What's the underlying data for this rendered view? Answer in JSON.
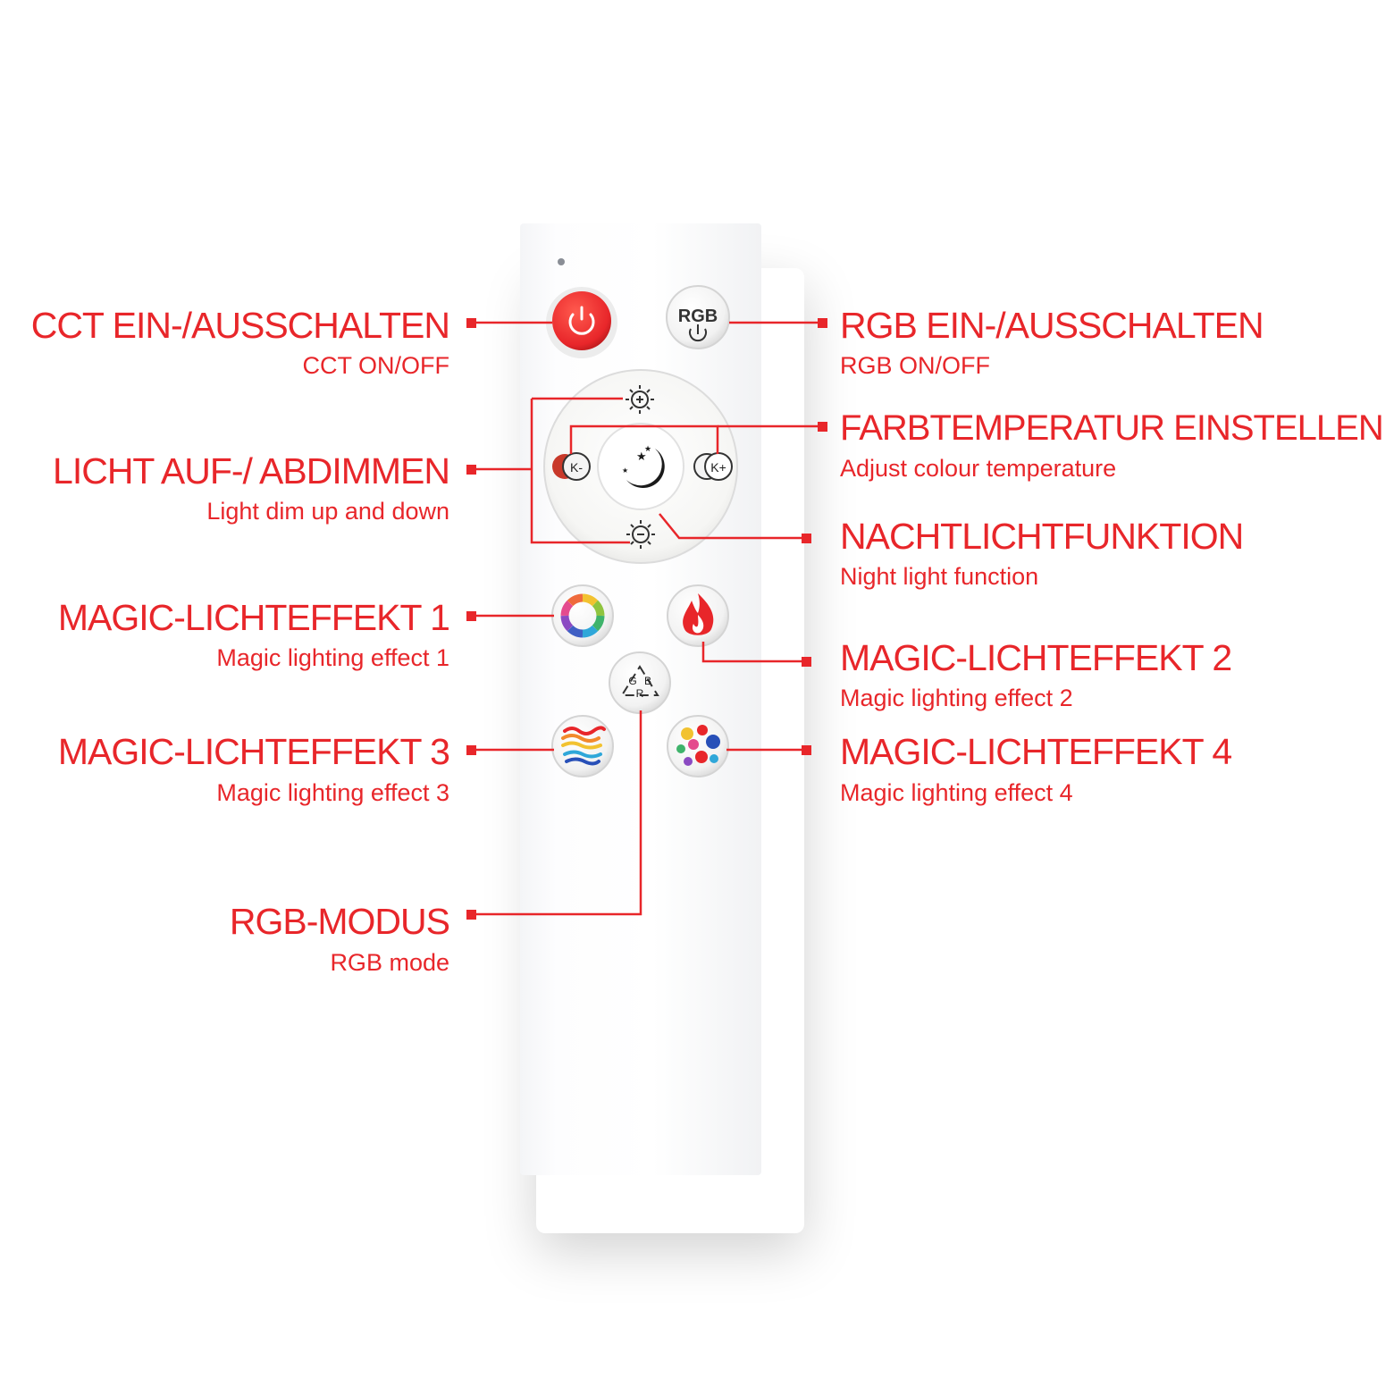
{
  "callouts": {
    "cct_onoff": {
      "de": "CCT EIN-/AUSSCHALTEN",
      "en": "CCT ON/OFF"
    },
    "rgb_onoff": {
      "de": "RGB EIN-/AUSSCHALTEN",
      "en": "RGB ON/OFF"
    },
    "colour_temp": {
      "de": "FARBTEMPERATUR EINSTELLEN",
      "en": "Adjust colour temperature"
    },
    "dimming": {
      "de": "LICHT AUF-/ ABDIMMEN",
      "en": "Light dim up and down"
    },
    "night_light": {
      "de": "NACHTLICHTFUNKTION",
      "en": "Night light function"
    },
    "magic1": {
      "de": "MAGIC-LICHTEFFEKT 1",
      "en": "Magic lighting effect 1"
    },
    "magic2": {
      "de": "MAGIC-LICHTEFFEKT 2",
      "en": "Magic lighting effect 2"
    },
    "magic3": {
      "de": "MAGIC-LICHTEFFEKT 3",
      "en": "Magic lighting effect 3"
    },
    "magic4": {
      "de": "MAGIC-LICHTEFFEKT 4",
      "en": "Magic lighting effect 4"
    },
    "rgb_mode": {
      "de": "RGB-MODUS",
      "en": "RGB mode"
    }
  },
  "buttons": {
    "rgb_label": "RGB",
    "k_minus": "K-",
    "k_plus": "K+",
    "cycle_g": "G",
    "cycle_b": "B",
    "cycle_r": "R"
  },
  "colors": {
    "accent": "#e8262a",
    "remote_body": "#ffffff",
    "power_button": "#e8262a"
  }
}
